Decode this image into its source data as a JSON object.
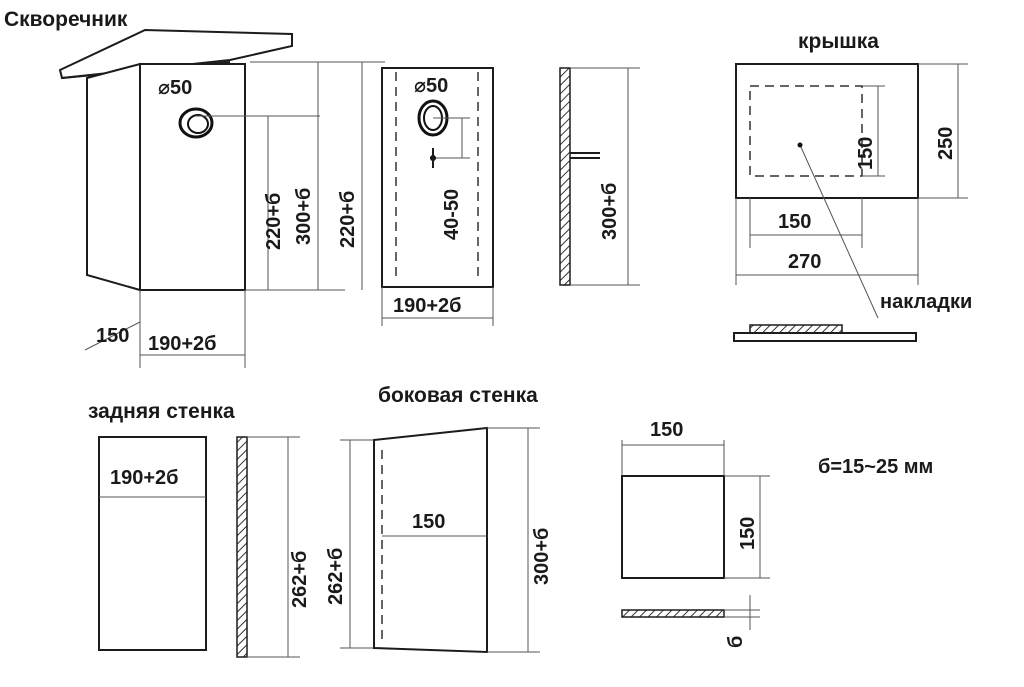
{
  "title": "Скворечник",
  "formula": "б=15~25 мм",
  "assembled": {
    "hole": "⌀50",
    "height_front": "220+б",
    "height_back": "300+б",
    "depth": "150",
    "width": "190+2б"
  },
  "front_wall": {
    "hole": "⌀50",
    "height": "220+б",
    "perch_offset": "40-50",
    "width": "190+2б"
  },
  "front_side_profile": {
    "height": "300+б"
  },
  "roof": {
    "label": "крышка",
    "depth": "250",
    "inner_height": "150",
    "inner_width": "150",
    "width": "270",
    "strips_label": "накладки"
  },
  "back_wall": {
    "label": "задняя стенка",
    "width": "190+2б",
    "height": "262+б"
  },
  "side_wall": {
    "label": "боковая стенка",
    "low_height": "262+б",
    "width": "150",
    "high_height": "300+б"
  },
  "bottom": {
    "width": "150",
    "height": "150",
    "thickness": "б"
  }
}
